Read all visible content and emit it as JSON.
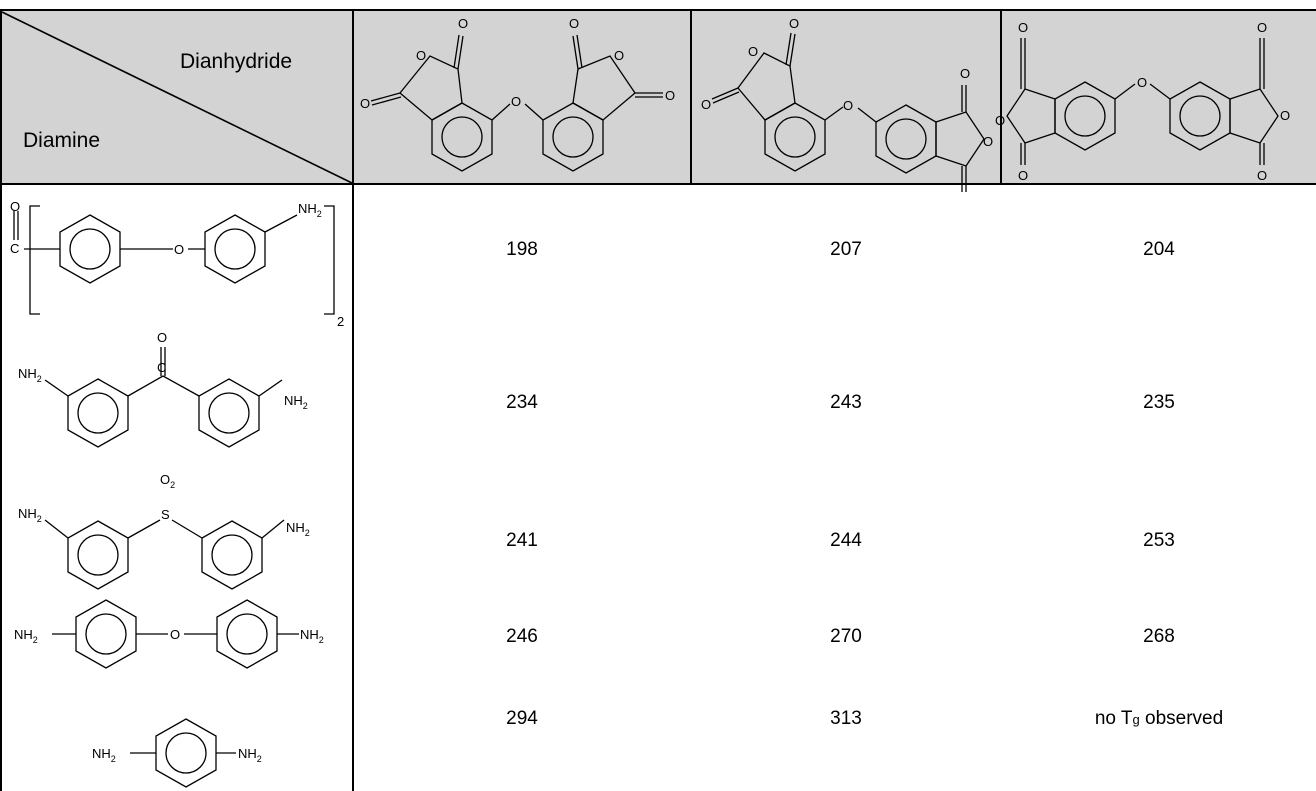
{
  "header": {
    "corner_top": "Dianhydride",
    "corner_bottom": "Diamine"
  },
  "structure_atoms": {
    "O": "O",
    "C": "C",
    "S": "S",
    "O2": "O",
    "O2_sub": "2",
    "NH2": "NH",
    "NH2_sub": "2",
    "repeat_sub": "2"
  },
  "rows": [
    {
      "values": [
        "198",
        "207",
        "204"
      ]
    },
    {
      "values": [
        "234",
        "243",
        "235"
      ]
    },
    {
      "values": [
        "241",
        "244",
        "253"
      ]
    },
    {
      "values": [
        "246",
        "270",
        "268"
      ]
    },
    {
      "values": [
        "294",
        "313",
        null
      ]
    }
  ],
  "no_tg": {
    "prefix": "no T",
    "sub": "g",
    "suffix": " observed"
  }
}
